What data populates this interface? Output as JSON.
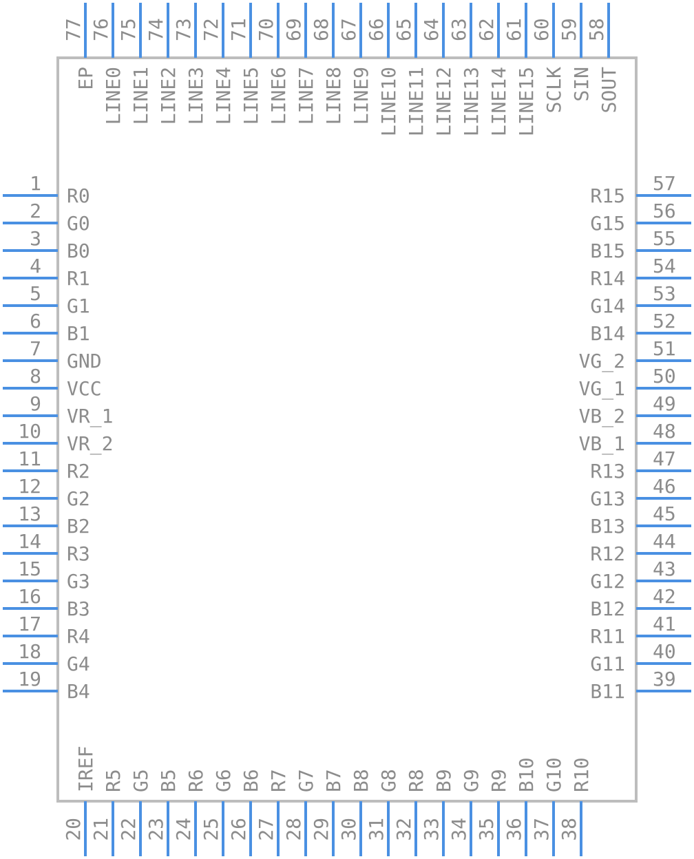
{
  "left_pins": [
    {
      "number": "1",
      "name": "R0"
    },
    {
      "number": "2",
      "name": "G0"
    },
    {
      "number": "3",
      "name": "B0"
    },
    {
      "number": "4",
      "name": "R1"
    },
    {
      "number": "5",
      "name": "G1"
    },
    {
      "number": "6",
      "name": "B1"
    },
    {
      "number": "7",
      "name": "GND"
    },
    {
      "number": "8",
      "name": "VCC"
    },
    {
      "number": "9",
      "name": "VR_1"
    },
    {
      "number": "10",
      "name": "VR_2"
    },
    {
      "number": "11",
      "name": "R2"
    },
    {
      "number": "12",
      "name": "G2"
    },
    {
      "number": "13",
      "name": "B2"
    },
    {
      "number": "14",
      "name": "R3"
    },
    {
      "number": "15",
      "name": "G3"
    },
    {
      "number": "16",
      "name": "B3"
    },
    {
      "number": "17",
      "name": "R4"
    },
    {
      "number": "18",
      "name": "G4"
    },
    {
      "number": "19",
      "name": "B4"
    }
  ],
  "right_pins": [
    {
      "number": "57",
      "name": "R15"
    },
    {
      "number": "56",
      "name": "G15"
    },
    {
      "number": "55",
      "name": "B15"
    },
    {
      "number": "54",
      "name": "R14"
    },
    {
      "number": "53",
      "name": "G14"
    },
    {
      "number": "52",
      "name": "B14"
    },
    {
      "number": "51",
      "name": "VG_2"
    },
    {
      "number": "50",
      "name": "VG_1"
    },
    {
      "number": "49",
      "name": "VB_2"
    },
    {
      "number": "48",
      "name": "VB_1"
    },
    {
      "number": "47",
      "name": "R13"
    },
    {
      "number": "46",
      "name": "G13"
    },
    {
      "number": "45",
      "name": "B13"
    },
    {
      "number": "44",
      "name": "R12"
    },
    {
      "number": "43",
      "name": "G12"
    },
    {
      "number": "42",
      "name": "B12"
    },
    {
      "number": "41",
      "name": "R11"
    },
    {
      "number": "40",
      "name": "G11"
    },
    {
      "number": "39",
      "name": "B11"
    }
  ],
  "top_pins": [
    {
      "number": "77",
      "name": "EP"
    },
    {
      "number": "76",
      "name": "LINE0"
    },
    {
      "number": "75",
      "name": "LINE1"
    },
    {
      "number": "74",
      "name": "LINE2"
    },
    {
      "number": "73",
      "name": "LINE3"
    },
    {
      "number": "72",
      "name": "LINE4"
    },
    {
      "number": "71",
      "name": "LINE5"
    },
    {
      "number": "70",
      "name": "LINE6"
    },
    {
      "number": "69",
      "name": "LINE7"
    },
    {
      "number": "68",
      "name": "LINE8"
    },
    {
      "number": "67",
      "name": "LINE9"
    },
    {
      "number": "66",
      "name": "LINE10"
    },
    {
      "number": "65",
      "name": "LINE11"
    },
    {
      "number": "64",
      "name": "LINE12"
    },
    {
      "number": "63",
      "name": "LINE13"
    },
    {
      "number": "62",
      "name": "LINE14"
    },
    {
      "number": "61",
      "name": "LINE15"
    },
    {
      "number": "60",
      "name": "SCLK"
    },
    {
      "number": "59",
      "name": "SIN"
    },
    {
      "number": "58",
      "name": "SOUT"
    }
  ],
  "bottom_pins": [
    {
      "number": "20",
      "name": "IREF"
    },
    {
      "number": "21",
      "name": "R5"
    },
    {
      "number": "22",
      "name": "G5"
    },
    {
      "number": "23",
      "name": "B5"
    },
    {
      "number": "24",
      "name": "R6"
    },
    {
      "number": "25",
      "name": "G6"
    },
    {
      "number": "26",
      "name": "B6"
    },
    {
      "number": "27",
      "name": "R7"
    },
    {
      "number": "28",
      "name": "G7"
    },
    {
      "number": "29",
      "name": "B7"
    },
    {
      "number": "30",
      "name": "B8"
    },
    {
      "number": "31",
      "name": "G8"
    },
    {
      "number": "32",
      "name": "R8"
    },
    {
      "number": "33",
      "name": "B9"
    },
    {
      "number": "34",
      "name": "G9"
    },
    {
      "number": "35",
      "name": "R9"
    },
    {
      "number": "36",
      "name": "B10"
    },
    {
      "number": "37",
      "name": "G10"
    },
    {
      "number": "38",
      "name": "R10"
    }
  ],
  "colors": {
    "pin": "#4a90e2",
    "text": "#8c8c8c",
    "body_outline": "#bdbdbd",
    "background": "#ffffff"
  }
}
